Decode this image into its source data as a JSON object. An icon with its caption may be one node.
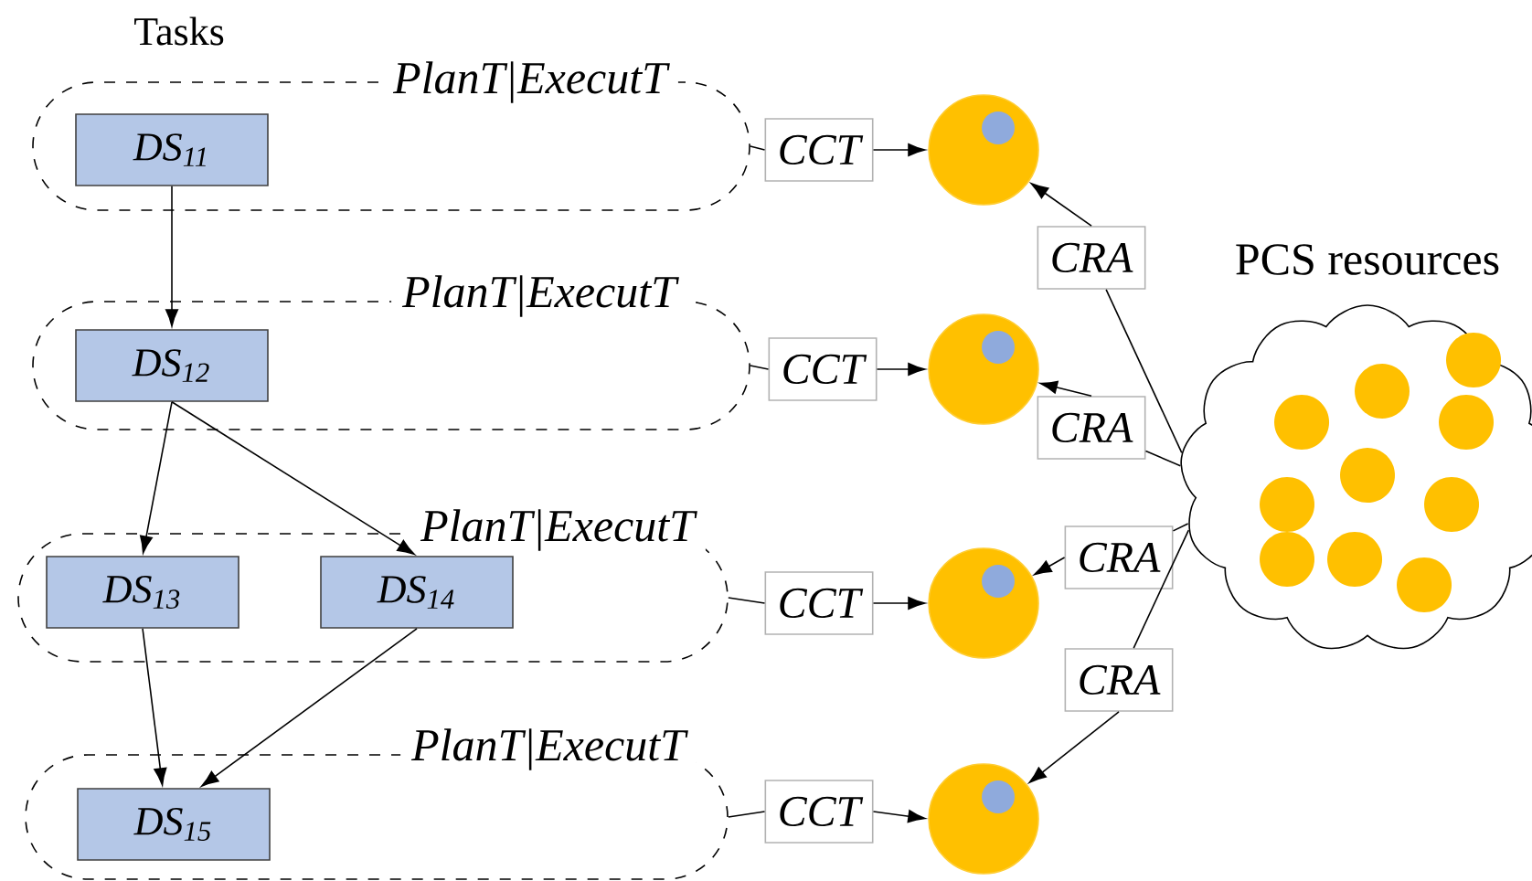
{
  "diagram": {
    "nodes": [
      {
        "text": [
          "PlanT|ExecutT"
        ]
      },
      {
        "text": [
          "DS$_{11}$"
        ],
        "in": 0
      },
      {
        "text": [
          "CCT"
        ]
      },
      {
        "text": [],
        "shape": "circle"
      },
      {
        "text": [
          "PlanT|ExecutT"
        ]
      },
      {
        "text": [
          "DS$_{12}$"
        ],
        "in": 4
      },
      {
        "text": [
          "CCT"
        ]
      },
      {
        "text": [],
        "shape": "circle"
      },
      {
        "text": [
          "PCS resources"
        ]
      },
      {
        "text": [
          "PlanT|ExecutT"
        ]
      },
      {
        "text": [
          "DS$_{13}$"
        ],
        "in": 9
      },
      {
        "text": [
          "DS$_{14}$"
        ],
        "in": 9
      },
      {
        "text": [
          "CCT"
        ]
      },
      {
        "text": [],
        "shape": "circle"
      },
      {
        "text": [
          "PlanT|ExecutT"
        ]
      },
      {
        "text": [
          "DS$_{15}$"
        ],
        "in": 14
      },
      {
        "text": [
          "CCT"
        ]
      },
      {
        "text": [],
        "shape": "circle"
      },
      {
        "text": [
          "CRA"
        ]
      },
      {
        "text": [
          "CRA"
        ]
      },
      {
        "text": [
          "CRA"
        ]
      },
      {
        "text": [
          "CRA"
        ]
      }
    ],
    "edges": [
      {
        "from": 1,
        "to": 5,
        "arrow": "to"
      },
      {
        "from": 5,
        "to": 10,
        "arrow": "to"
      },
      {
        "from": 5,
        "to": 11,
        "arrow": "to"
      },
      {
        "from": 10,
        "to": 15,
        "arrow": "to"
      },
      {
        "from": 11,
        "to": 15,
        "arrow": "to"
      },
      {
        "from": 0,
        "to": 2,
        "arrow": "none"
      },
      {
        "from": 2,
        "to": 3,
        "arrow": "to"
      },
      {
        "from": 4,
        "to": 6,
        "arrow": "none"
      },
      {
        "from": 6,
        "to": 7,
        "arrow": "to"
      },
      {
        "from": 9,
        "to": 12,
        "arrow": "none"
      },
      {
        "from": 12,
        "to": 13,
        "arrow": "to"
      },
      {
        "from": 14,
        "to": 16,
        "arrow": "none"
      },
      {
        "from": 16,
        "to": 17,
        "arrow": "to"
      },
      {
        "from": 8,
        "to": 18,
        "arrow": "none"
      },
      {
        "from": 18,
        "to": 3,
        "arrow": "to"
      },
      {
        "from": 8,
        "to": 19,
        "arrow": "none"
      },
      {
        "from": 19,
        "to": 7,
        "arrow": "to"
      },
      {
        "from": 8,
        "to": 20,
        "arrow": "none"
      },
      {
        "from": 20,
        "to": 13,
        "arrow": "to"
      },
      {
        "from": 8,
        "to": 21,
        "arrow": "none"
      },
      {
        "from": 21,
        "to": 17,
        "arrow": "to"
      }
    ],
    "labels": [
      "Tasks"
    ]
  }
}
